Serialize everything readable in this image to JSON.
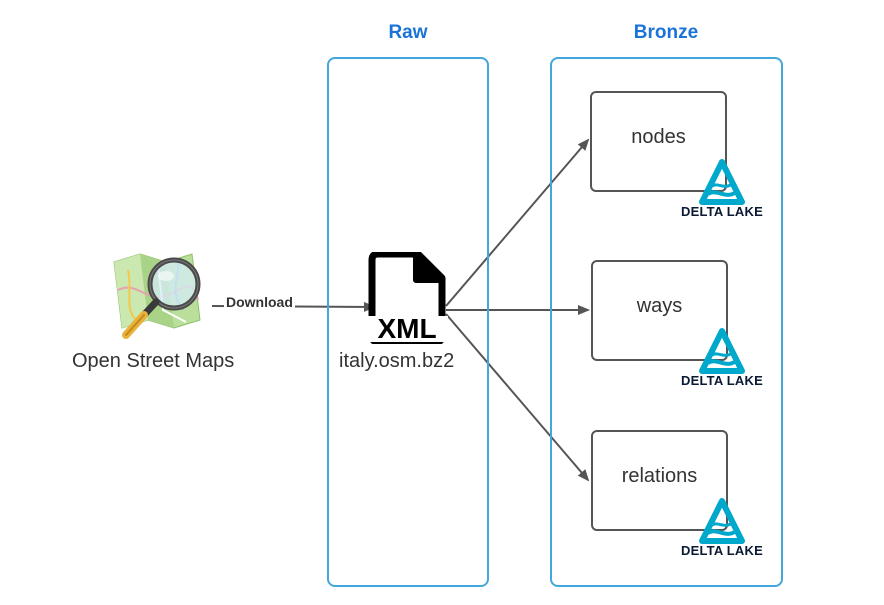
{
  "sections": {
    "raw_title": "Raw",
    "bronze_title": "Bronze"
  },
  "source": {
    "label": "Open Street Maps",
    "icon": "osm-magnifier-map-icon"
  },
  "edge_label": "Download",
  "file": {
    "badge": "XML",
    "name": "italy.osm.bz2",
    "icon": "xml-file-icon"
  },
  "tables": [
    {
      "label": "nodes",
      "badge": "DELTA LAKE"
    },
    {
      "label": "ways",
      "badge": "DELTA LAKE"
    },
    {
      "label": "relations",
      "badge": "DELTA LAKE"
    }
  ],
  "colors": {
    "title_blue": "#1a73d9",
    "lane_border": "#43a6dc",
    "delta_teal": "#00a8cc",
    "arrow": "#555555"
  }
}
